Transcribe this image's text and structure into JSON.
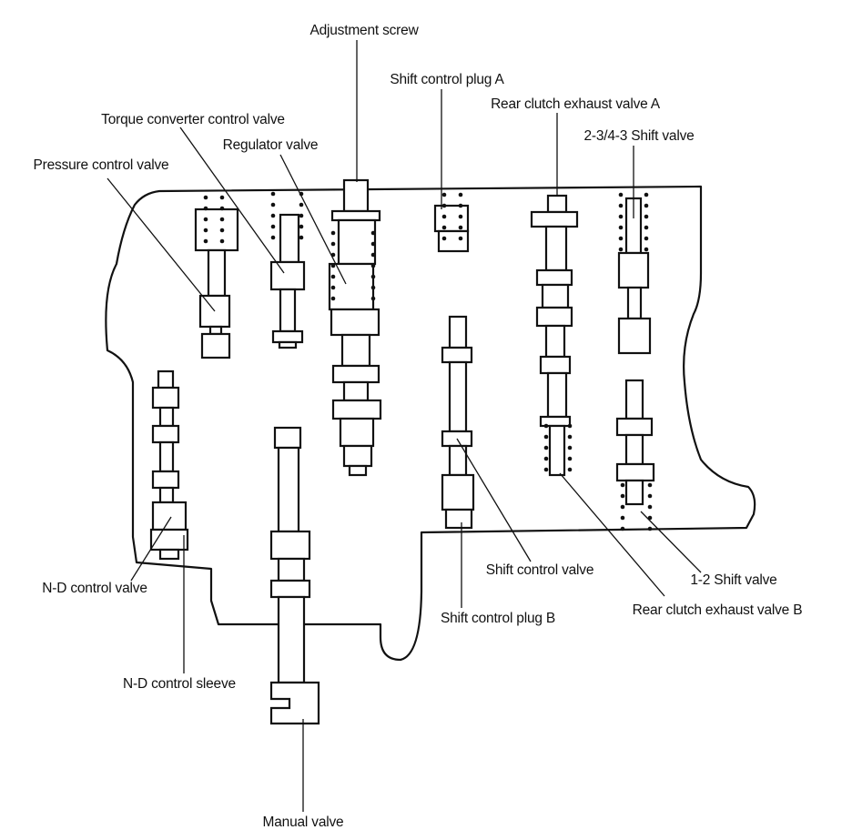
{
  "labels": {
    "adjustment_screw": "Adjustment screw",
    "shift_control_plug_a": "Shift control plug A",
    "rear_clutch_exhaust_valve_a": "Rear clutch exhaust valve A",
    "torque_converter_control_valve": "Torque converter control valve",
    "regulator_valve": "Regulator valve",
    "shift_valve_2_3_4_3": "2-3/4-3 Shift valve",
    "pressure_control_valve": "Pressure control valve",
    "nd_control_valve": "N-D control valve",
    "nd_control_sleeve": "N-D control sleeve",
    "manual_valve": "Manual valve",
    "shift_control_valve": "Shift control valve",
    "shift_control_plug_b": "Shift control plug B",
    "shift_valve_1_2": "1-2 Shift valve",
    "rear_clutch_exhaust_valve_b": "Rear clutch exhaust valve B"
  }
}
